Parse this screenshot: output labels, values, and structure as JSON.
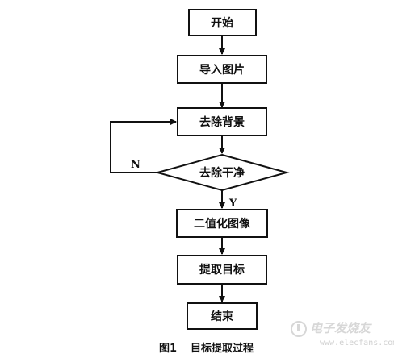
{
  "nodes": {
    "start": "开始",
    "import": "导入图片",
    "remove_bg": "去除背景",
    "decision": "去除干净",
    "binarize": "二值化图像",
    "extract": "提取目标",
    "end": "结束"
  },
  "edge_labels": {
    "no": "N",
    "yes": "Y"
  },
  "caption": {
    "number": "图1",
    "title": "目标提取过程"
  },
  "watermark": {
    "text": "电子发烧友",
    "url": "www.elecfans.com"
  }
}
